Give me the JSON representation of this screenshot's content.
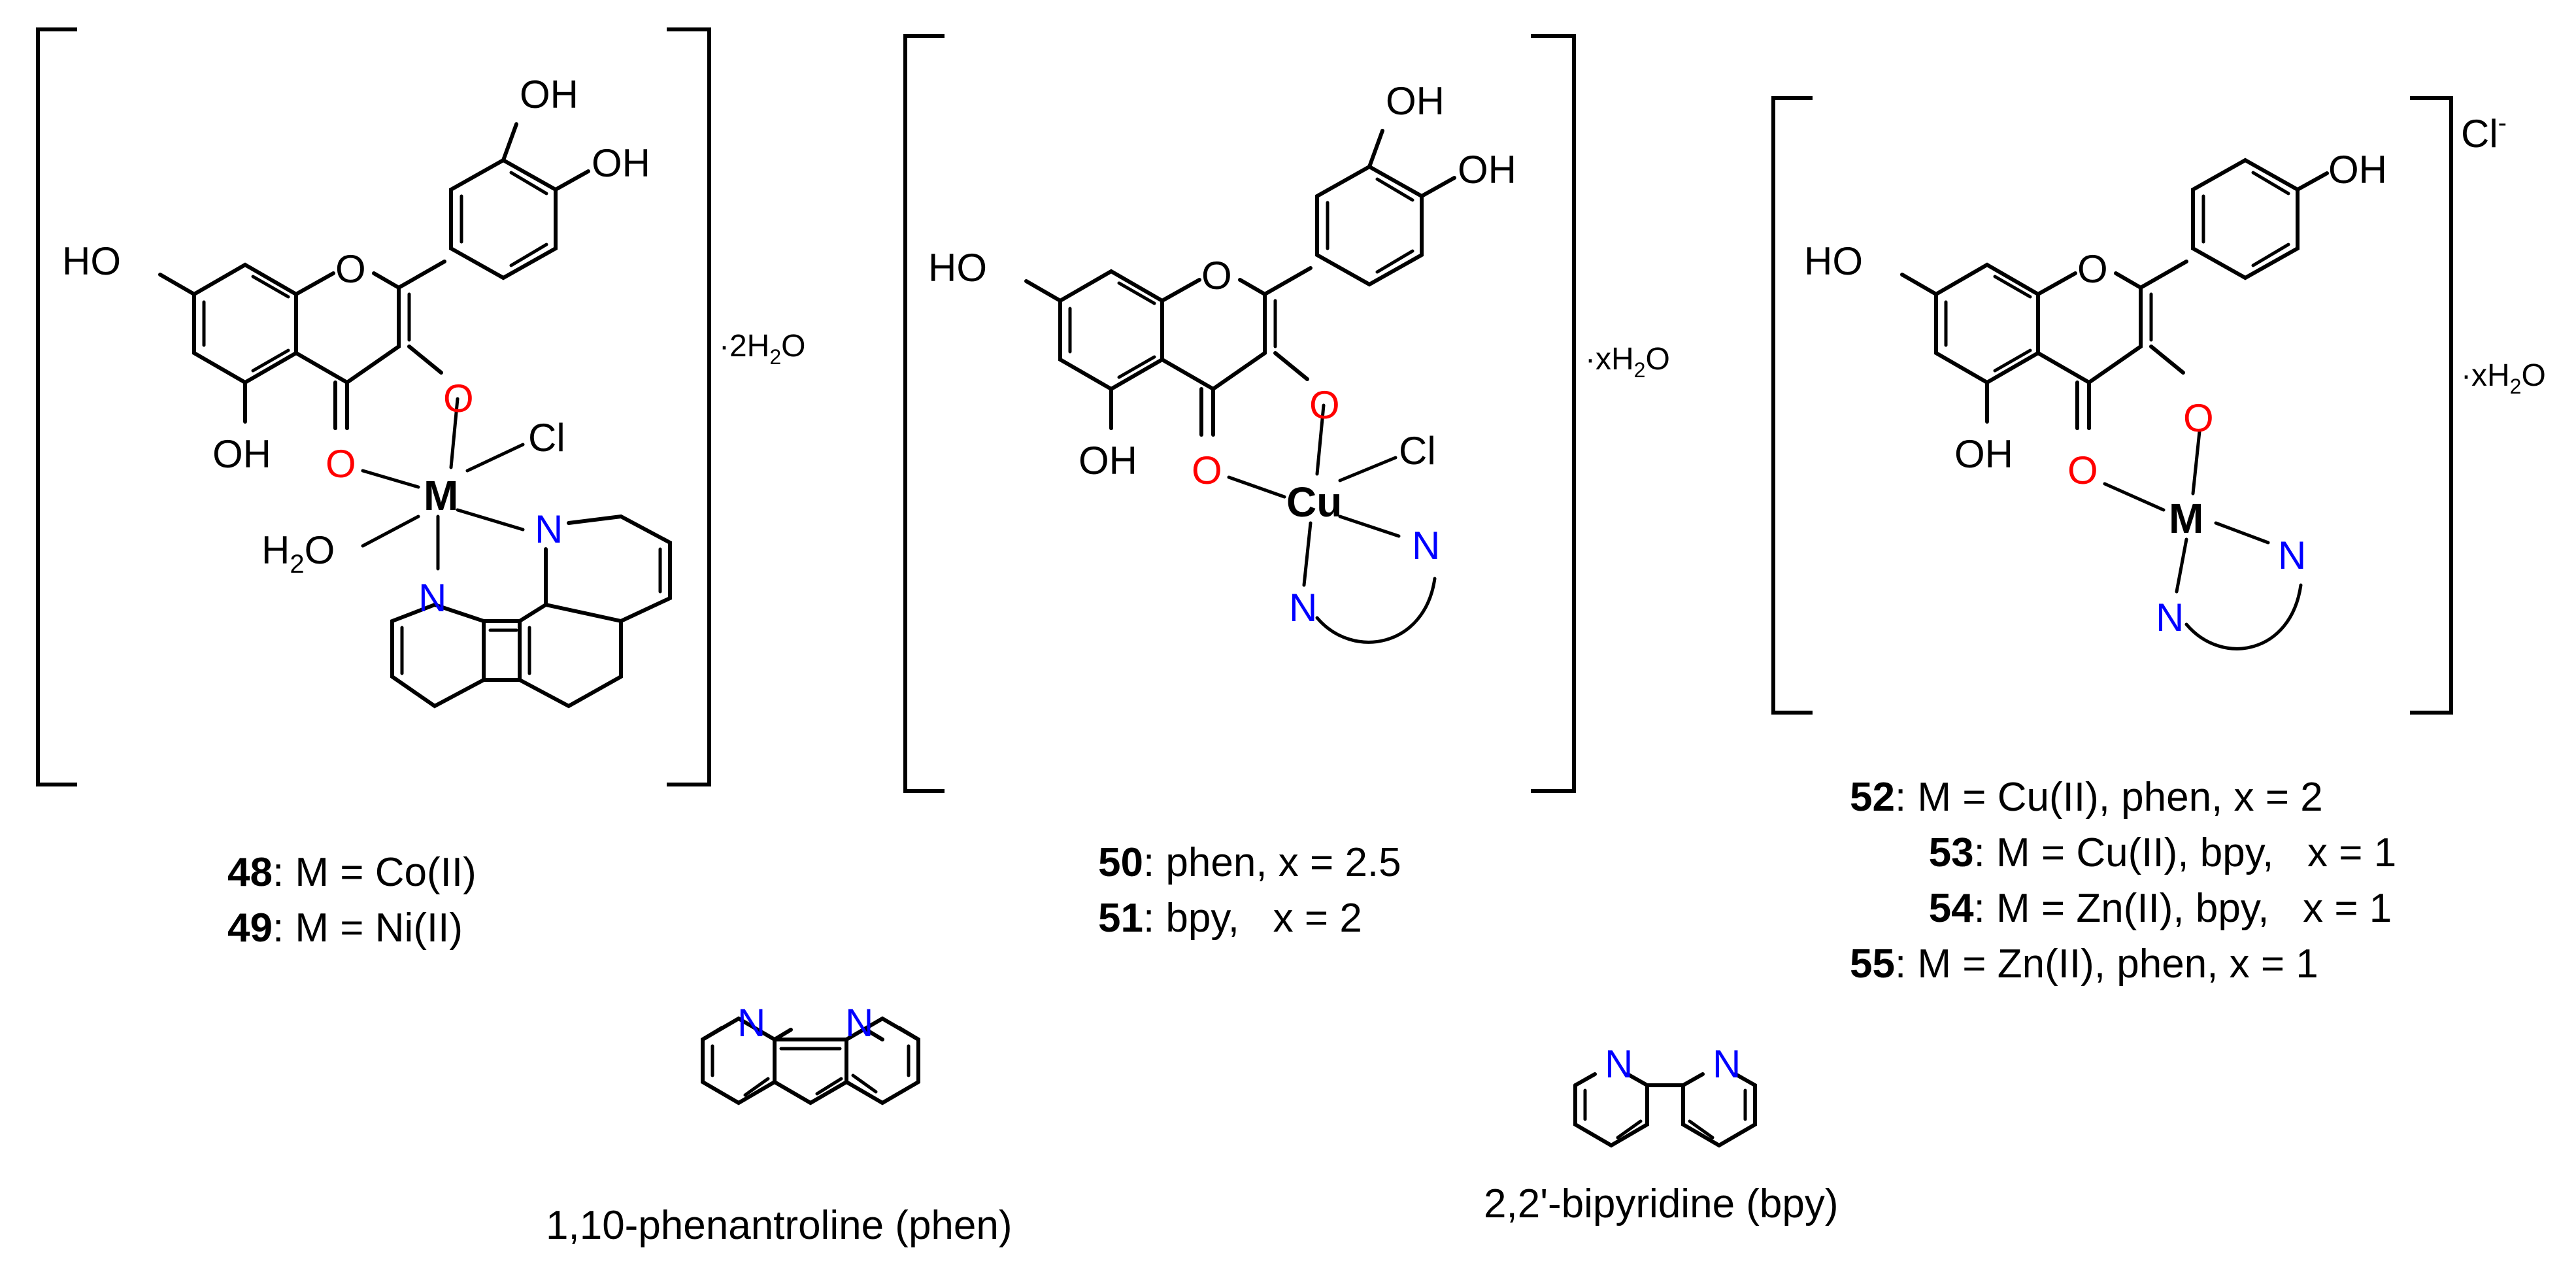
{
  "panel_48": {
    "substituents": [
      "OH",
      "OH",
      "HO",
      "OH"
    ],
    "ring_o": "O",
    "carbonyl_o": "O",
    "phenolate_o": "O",
    "metal": "M",
    "cl": "Cl",
    "water": "H2O",
    "n_labels": [
      "N",
      "N"
    ],
    "hydrate": "·2H2O",
    "captions": [
      {
        "num": "48",
        "text": ": M = Co(II)"
      },
      {
        "num": "49",
        "text": ": M = Ni(II)"
      }
    ]
  },
  "panel_50": {
    "substituents": [
      "OH",
      "OH",
      "HO",
      "OH"
    ],
    "ring_o": "O",
    "carbonyl_o": "O",
    "phenolate_o": "O",
    "metal": "Cu",
    "cl": "Cl",
    "n_labels": [
      "N",
      "N"
    ],
    "hydrate": "·xH2O",
    "captions": [
      {
        "num": "50",
        "text": ": phen, x = 2.5"
      },
      {
        "num": "51",
        "text": ": bpy,   x = 2"
      }
    ]
  },
  "panel_52": {
    "substituents": [
      "OH",
      "HO",
      "OH"
    ],
    "ring_o": "O",
    "carbonyl_o": "O",
    "phenolate_o": "O",
    "metal": "M",
    "counterion": "Cl",
    "counterion_charge": "-",
    "n_labels": [
      "N",
      "N"
    ],
    "hydrate": "·xH2O",
    "captions": [
      {
        "num": "52",
        "text": ": M = Cu(II), phen, x = 2"
      },
      {
        "num": "53",
        "text": ": M = Cu(II), bpy,   x = 1"
      },
      {
        "num": "54",
        "text": ": M = Zn(II), bpy,   x = 1"
      },
      {
        "num": "55",
        "text": ": M = Zn(II), phen, x = 1"
      }
    ]
  },
  "ligands": {
    "phen": {
      "n_labels": [
        "N",
        "N"
      ],
      "label": "1,10-phenantroline (phen)"
    },
    "bpy": {
      "n_labels": [
        "N",
        "N"
      ],
      "label": "2,2'-bipyridine (bpy)"
    }
  }
}
